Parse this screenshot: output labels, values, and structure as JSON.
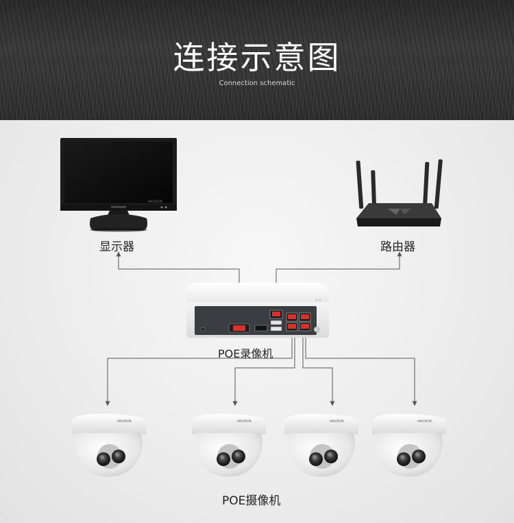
{
  "header": {
    "title": "连接示意图",
    "subtitle": "Connection schematic"
  },
  "devices": {
    "monitor": {
      "label": "显示器",
      "brand": "HIKVISION"
    },
    "router": {
      "label": "路由器"
    },
    "nvr": {
      "label": "POE录像机"
    },
    "cameras": {
      "label": "POE摄像机",
      "count": 4,
      "brand": "HIKVISION"
    }
  },
  "colors": {
    "port_red": "#d8322f",
    "line": "#555555",
    "device_white": "#f4f4f4",
    "banner_dark": "#2e2e2e"
  }
}
